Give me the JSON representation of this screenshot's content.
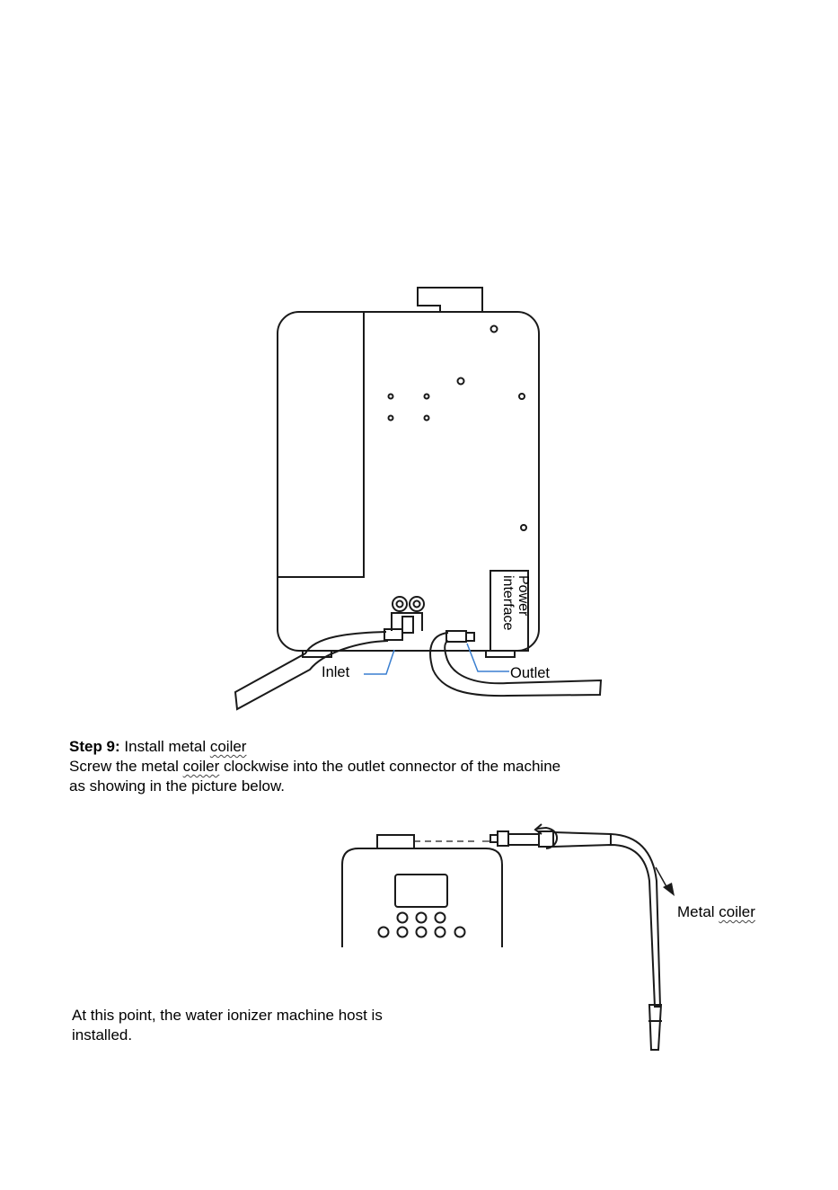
{
  "figure_top": {
    "labels": {
      "power_line1": "Power",
      "power_line2": "interface",
      "inlet": "Inlet",
      "outlet": "Outlet"
    }
  },
  "step": {
    "heading_bold": "Step 9:",
    "heading_pre": " Install metal ",
    "heading_coiler": "coiler",
    "line1_pre": "Screw the metal ",
    "line1_coiler": "coiler",
    "line1_post": " clockwise into the outlet connector of the machine",
    "line2": "as showing in the picture below."
  },
  "figure_bottom": {
    "label_pre": "Metal ",
    "label_coiler": "coiler"
  },
  "conclusion": {
    "line1": "At this point, the water ionizer machine host is",
    "line2": "installed."
  },
  "colors": {
    "outline": "#1a1a1a",
    "leader_line": "#3a7fd0"
  }
}
